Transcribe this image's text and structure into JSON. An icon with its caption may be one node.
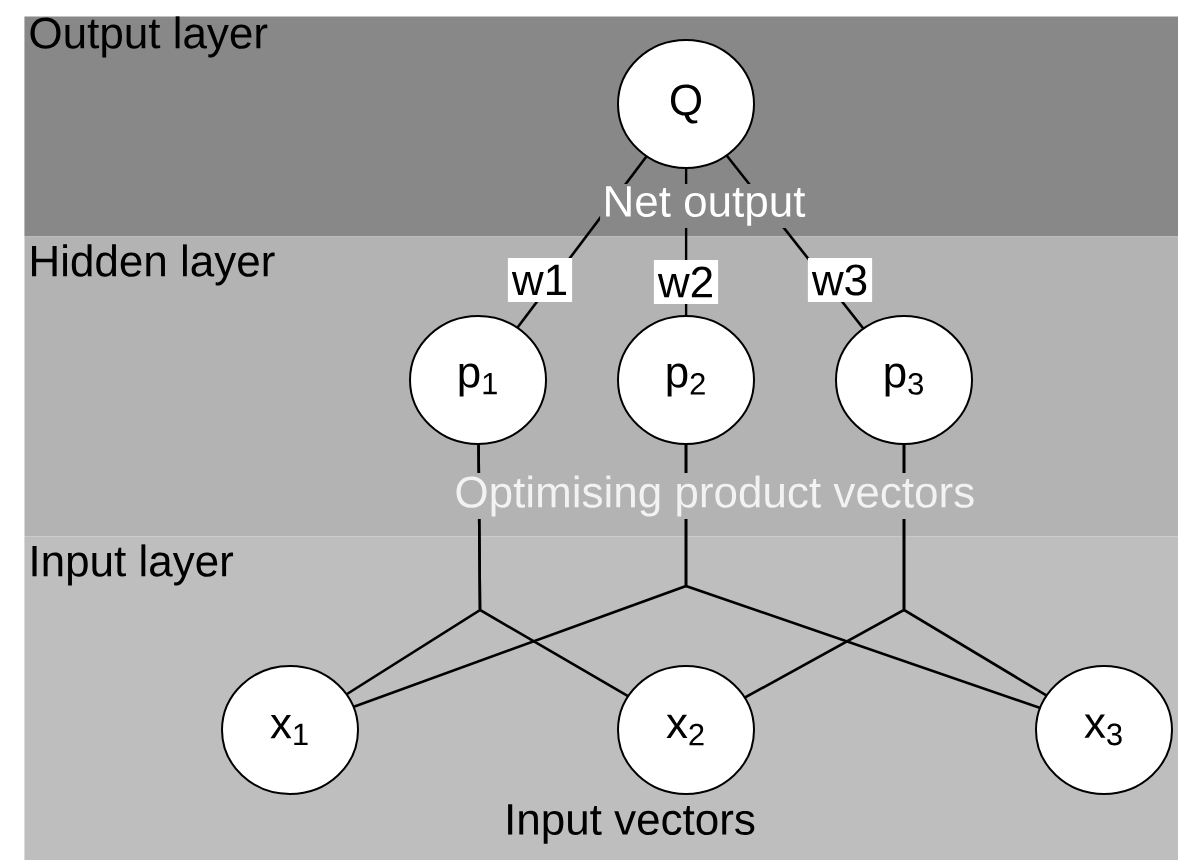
{
  "diagram": {
    "nodes": [
      {
        "text": [
          "Output layer",
          "Net output"
        ]
      },
      {
        "text": [
          "Hidden layer",
          "Optimising product vectors"
        ]
      },
      {
        "text": [
          "Input layer",
          "Input vectors"
        ]
      },
      {
        "text": [
          "Q"
        ],
        "in": 0
      },
      {
        "text": [
          "p$_{1}$"
        ],
        "in": 1
      },
      {
        "text": [
          "p$_{2}$"
        ],
        "in": 1
      },
      {
        "text": [
          "p$_{3}$"
        ],
        "in": 1
      },
      {
        "text": [
          "x$_{1}$"
        ],
        "in": 2
      },
      {
        "text": [
          "x$_{2}$"
        ],
        "in": 2
      },
      {
        "text": [
          "x$_{3}$"
        ],
        "in": 2
      }
    ],
    "edges": [
      {
        "from": 3,
        "to": 4,
        "arrow": "none",
        "label": "w1"
      },
      {
        "from": 3,
        "to": 5,
        "arrow": "none",
        "label": "w2"
      },
      {
        "from": 3,
        "to": 6,
        "arrow": "none",
        "label": "w3"
      },
      {
        "from": 4,
        "to": 7,
        "arrow": "none"
      },
      {
        "from": 4,
        "to": 8,
        "arrow": "none"
      },
      {
        "from": 5,
        "to": 7,
        "arrow": "none"
      },
      {
        "from": 5,
        "to": 9,
        "arrow": "none"
      },
      {
        "from": 6,
        "to": 8,
        "arrow": "none"
      },
      {
        "from": 6,
        "to": 9,
        "arrow": "none"
      }
    ]
  }
}
